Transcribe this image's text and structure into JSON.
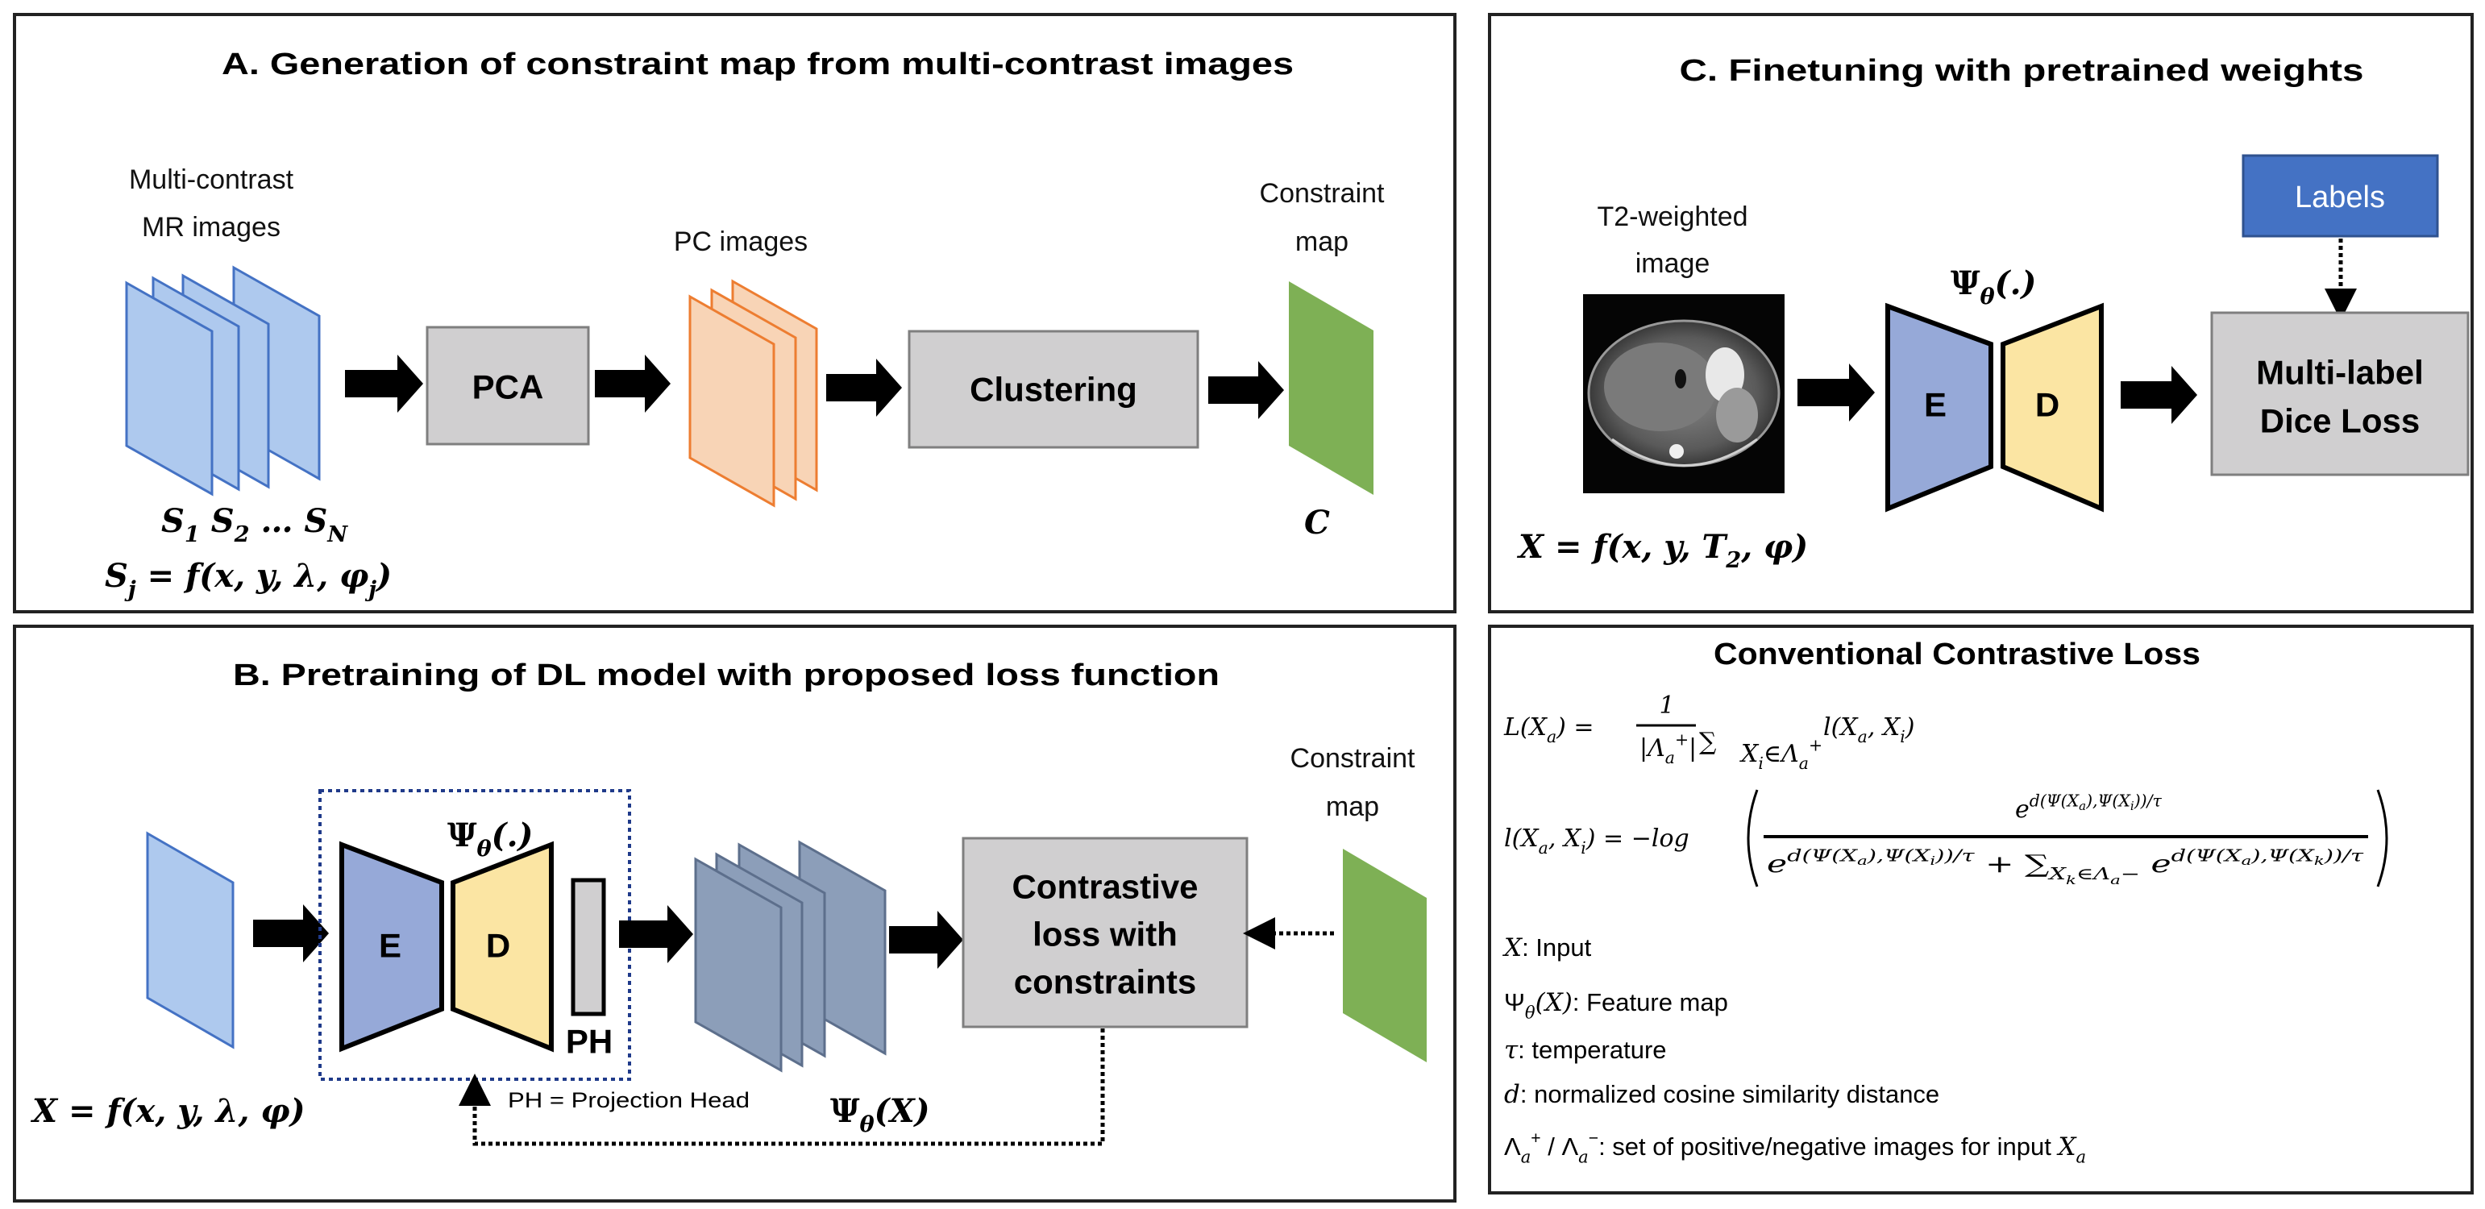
{
  "colors": {
    "mr_sheet_fill": "#aec9ee",
    "mr_sheet_stroke": "#4472c4",
    "pc_sheet_fill": "#f8d4b6",
    "pc_sheet_stroke": "#ed7d31",
    "constraint_fill": "#7eb055",
    "feature_sheet_fill": "#8c9eb9",
    "feature_sheet_stroke": "#5d6f8c",
    "process_box_fill": "#d0cfd0",
    "process_box_stroke": "#7f7f7f",
    "encoder_fill": "#96a9d8",
    "decoder_fill": "#fbe5a3",
    "labels_box_fill": "#4472c4",
    "model_outline": "#1f3a8a"
  },
  "panel_a": {
    "title": "A. Generation of constraint map from multi-contrast images",
    "input_label": [
      "Multi-contrast",
      "MR images"
    ],
    "pc_label": "PC images",
    "constraint_label": [
      "Constraint",
      "map"
    ],
    "pca_box": "PCA",
    "clustering_box": "Clustering",
    "series_formula": [
      [
        "S",
        ""
      ],
      [
        "1",
        "sub"
      ],
      [
        " S",
        ""
      ],
      [
        "2",
        "sub"
      ],
      [
        " … S",
        ""
      ],
      [
        "N",
        "sub"
      ]
    ],
    "signal_formula": [
      [
        "S",
        ""
      ],
      [
        "j",
        "sub"
      ],
      [
        " = f(x, y, λ, φ",
        ""
      ],
      [
        "j",
        "sub"
      ],
      [
        ")",
        ""
      ]
    ],
    "constraint_symbol": [
      [
        "C",
        ""
      ]
    ]
  },
  "panel_b": {
    "title": "B. Pretraining of DL model with proposed loss function",
    "model_label": [
      [
        "Ψ",
        "",
        "u"
      ],
      [
        "θ",
        "sub"
      ],
      [
        "(.)",
        ""
      ]
    ],
    "encoder": "E",
    "decoder": "D",
    "projection_head": "PH",
    "ph_note": "PH = Projection Head",
    "feature_label": [
      [
        "Ψ",
        "",
        "u"
      ],
      [
        "θ",
        "sub"
      ],
      [
        "(X)",
        ""
      ]
    ],
    "input_formula": [
      [
        "X = f(x, y, λ, φ)",
        ""
      ]
    ],
    "loss_box": [
      "Contrastive",
      "loss with",
      "constraints"
    ],
    "constraint_label": [
      "Constraint",
      "map"
    ]
  },
  "panel_c": {
    "title": "C. Finetuning with pretrained weights",
    "image_label": [
      "T2-weighted",
      "image"
    ],
    "model_label": [
      [
        "Ψ",
        "",
        "u"
      ],
      [
        "θ",
        "sub"
      ],
      [
        "(.)",
        ""
      ]
    ],
    "encoder": "E",
    "decoder": "D",
    "labels_box": "Labels",
    "loss_box": [
      "Multi-label",
      "Dice Loss"
    ],
    "input_formula": [
      [
        "X = f(x, y, T",
        ""
      ],
      [
        "2",
        "sub"
      ],
      [
        ", φ)",
        ""
      ]
    ]
  },
  "panel_d": {
    "title": "Conventional Contrastive Loss",
    "L_lhs": [
      [
        "L(X",
        ""
      ],
      [
        "a",
        "sub"
      ],
      [
        ") =",
        ""
      ]
    ],
    "L_num": [
      [
        "1",
        ""
      ]
    ],
    "L_den": [
      [
        "|Λ",
        ""
      ],
      [
        "a",
        "sub"
      ],
      [
        "+",
        "sup"
      ],
      [
        "|",
        ""
      ]
    ],
    "L_sum": "∑",
    "L_sum_sub": [
      [
        "X",
        ""
      ],
      [
        "i",
        "sub"
      ],
      [
        "∈Λ",
        ""
      ],
      [
        "a",
        "sub"
      ],
      [
        "+",
        "sup"
      ]
    ],
    "L_term": [
      [
        "l(X",
        ""
      ],
      [
        "a",
        "sub"
      ],
      [
        ", X",
        ""
      ],
      [
        "i",
        "sub"
      ],
      [
        ")",
        ""
      ]
    ],
    "l_lhs": [
      [
        "l(X",
        ""
      ],
      [
        "a",
        "sub"
      ],
      [
        ", X",
        ""
      ],
      [
        "i",
        "sub"
      ],
      [
        ") = −log",
        ""
      ]
    ],
    "l_num": [
      [
        "e",
        ""
      ],
      [
        "d(Ψ(X",
        "sup"
      ],
      [
        "a",
        "supsub"
      ],
      [
        "),Ψ(X",
        "sup"
      ],
      [
        "i",
        "supsub"
      ],
      [
        "))/τ",
        "sup"
      ]
    ],
    "l_den": [
      [
        "e",
        ""
      ],
      [
        "d(Ψ(X",
        "sup"
      ],
      [
        "a",
        "supsub"
      ],
      [
        "),Ψ(X",
        "sup"
      ],
      [
        "i",
        "supsub"
      ],
      [
        "))/τ",
        "sup"
      ],
      [
        " + ∑",
        ""
      ],
      [
        "X",
        "sub"
      ],
      [
        "k",
        "subsub"
      ],
      [
        "∈Λ",
        "sub"
      ],
      [
        "a",
        "subsub"
      ],
      [
        "−",
        "sub"
      ],
      [
        " e",
        ""
      ],
      [
        "d(Ψ(X",
        "sup"
      ],
      [
        "a",
        "supsub"
      ],
      [
        "),Ψ(X",
        "sup"
      ],
      [
        "k",
        "supsub"
      ],
      [
        "))/τ",
        "sup"
      ]
    ],
    "legend": [
      [
        [
          "X",
          "",
          "i"
        ],
        [
          ": Input",
          "",
          "n"
        ]
      ],
      [
        [
          "Ψ",
          "",
          "n"
        ],
        [
          "θ",
          "sub",
          "i"
        ],
        [
          "(X)",
          "",
          "i"
        ],
        [
          ": Feature map",
          "",
          "n"
        ]
      ],
      [
        [
          "τ",
          "",
          "i"
        ],
        [
          ": temperature",
          "",
          "n"
        ]
      ],
      [
        [
          "d",
          "",
          "i"
        ],
        [
          ": normalized cosine similarity distance",
          "",
          "n"
        ]
      ],
      [
        [
          "Λ",
          "",
          "n"
        ],
        [
          "a",
          "sub",
          "i"
        ],
        [
          "+",
          "sup",
          "n"
        ],
        [
          " / Λ",
          "",
          "n"
        ],
        [
          "a",
          "sub",
          "i"
        ],
        [
          "−",
          "sup",
          "n"
        ],
        [
          ": set of positive/negative images for input ",
          "",
          "n"
        ],
        [
          "X",
          "",
          "i"
        ],
        [
          "a",
          "sub",
          "i"
        ]
      ]
    ]
  }
}
